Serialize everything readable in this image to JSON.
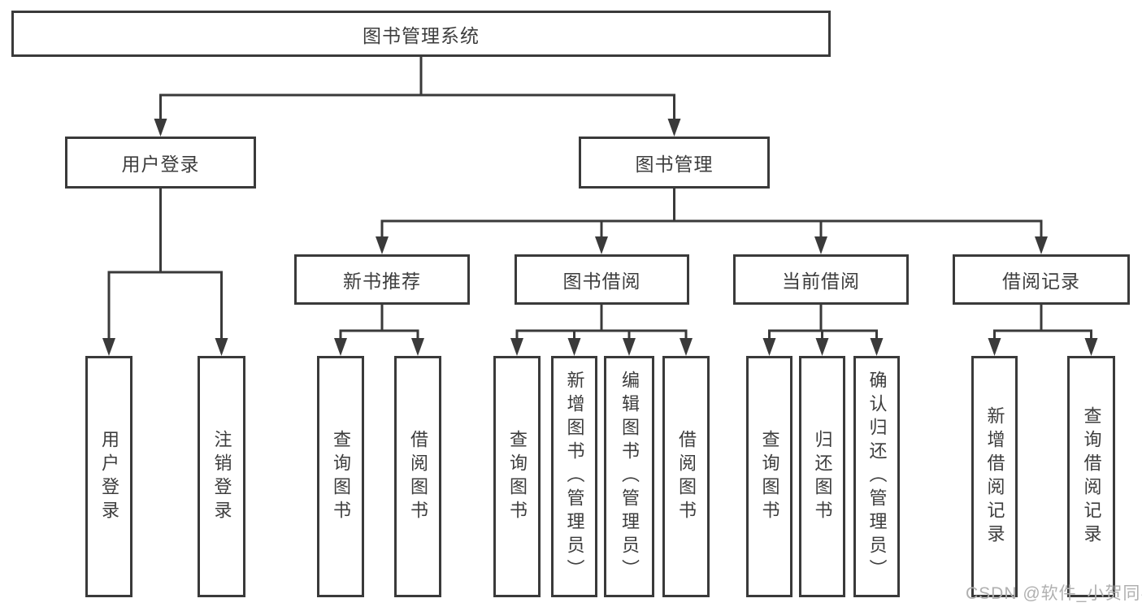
{
  "diagram": {
    "root": {
      "label": "图书管理系统"
    },
    "level2": [
      {
        "label": "用户登录"
      },
      {
        "label": "图书管理"
      }
    ],
    "level3": [
      {
        "label": "新书推荐"
      },
      {
        "label": "图书借阅"
      },
      {
        "label": "当前借阅"
      },
      {
        "label": "借阅记录"
      }
    ],
    "leaves": [
      {
        "label": "用户登录"
      },
      {
        "label": "注销登录"
      },
      {
        "label": "查询图书"
      },
      {
        "label": "借阅图书"
      },
      {
        "label": "查询图书"
      },
      {
        "label": "新增图书（管理员）"
      },
      {
        "label": "编辑图书（管理员）"
      },
      {
        "label": "借阅图书"
      },
      {
        "label": "查询图书"
      },
      {
        "label": "归还图书"
      },
      {
        "label": "确认归还（管理员）"
      },
      {
        "label": "新增借阅记录"
      },
      {
        "label": "查询借阅记录"
      }
    ]
  },
  "watermark": {
    "text": "CSDN @软件_小贺同学"
  },
  "colors": {
    "line": "#3a3a3a",
    "text": "#3d3d3d",
    "watermark": "#b0b0b0",
    "background": "#ffffff"
  }
}
